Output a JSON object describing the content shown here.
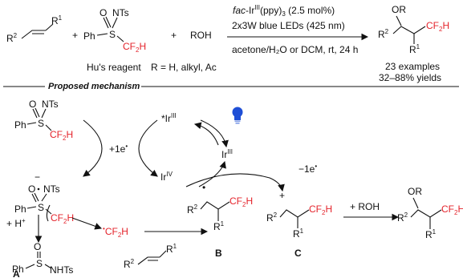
{
  "top_scheme": {
    "r2": "R",
    "r2_sup": "2",
    "r1": "R",
    "r1_sup": "1",
    "plus1": "+",
    "plus2": "+",
    "reagent_s": "S",
    "reagent_o": "O",
    "reagent_nts": "NTs",
    "reagent_ph": "Ph",
    "reagent_cf2h": "CF",
    "reagent_cf2h_sub": "2",
    "reagent_cf2h_h": "H",
    "roh": "ROH",
    "hu_label": "Hu's reagent",
    "r_options": "R = H, alkyl, Ac",
    "catalyst_prefix": "fac",
    "catalyst_rest": "-Ir",
    "catalyst_sup": "III",
    "catalyst_ligand": "(ppy)",
    "catalyst_sub": "3",
    "catalyst_loading": " (2.5 mol%)",
    "light": "2x3W blue LEDs (425 nm)",
    "solvent": "acetone/H₂O or DCM, rt, 24 h",
    "product_or": "OR",
    "product_r2": "R",
    "product_r2_sup": "2",
    "product_cf2h": "CF",
    "product_cf2h_sub": "2",
    "product_cf2h_h": "H",
    "product_r1": "R",
    "product_r1_sup": "1",
    "examples": "23 examples",
    "yields": "32–88% yields"
  },
  "divider_label": "Proposed mechanism",
  "mechanism": {
    "reagent": {
      "o": "O",
      "s": "S",
      "nts": "NTs",
      "ph": "Ph",
      "cf": "CF",
      "sub": "2",
      "h": "H"
    },
    "radical_anion": {
      "o": "O",
      "s": "S",
      "nts": "NTs",
      "ph": "Ph",
      "cf": "CF",
      "sub": "2",
      "h": "H",
      "minus": "−"
    },
    "plus_e": "+1e",
    "plus_e_sup": "•",
    "ir_excited": "*Ir",
    "ir_excited_sup": "III",
    "ir_iii": "Ir",
    "ir_iii_sup": "III",
    "ir_iv": "Ir",
    "ir_iv_sup": "IV",
    "plus_h": "+ H",
    "plus_h_sup": "+",
    "cf2h_radical": "CF",
    "cf2h_radical_sub": "2",
    "cf2h_radical_h": "H",
    "cf2h_radical_dot": "•",
    "sulfinamide": {
      "o": "O",
      "s": "S",
      "ph": "Ph",
      "nhts": "NHTs",
      "label": "A"
    },
    "alkene": {
      "r2": "R",
      "r2_sup": "2",
      "r1": "R",
      "r1_sup": "1"
    },
    "intermediate_b": {
      "r2": "R",
      "r2_sup": "2",
      "cf": "CF",
      "sub": "2",
      "h": "H",
      "r1": "R",
      "r1_sup": "1",
      "label": "B",
      "dot": "•"
    },
    "minus_e": "−1e",
    "minus_e_sup": "•",
    "intermediate_c": {
      "r2": "R",
      "r2_sup": "2",
      "cf": "CF",
      "sub": "2",
      "h": "H",
      "r1": "R",
      "r1_sup": "1",
      "label": "C",
      "plus": "+"
    },
    "plus_roh": "+ ROH",
    "final": {
      "or": "OR",
      "r2": "R",
      "r2_sup": "2",
      "cf": "CF",
      "sub": "2",
      "h": "H",
      "r1": "R",
      "r1_sup": "1"
    }
  }
}
